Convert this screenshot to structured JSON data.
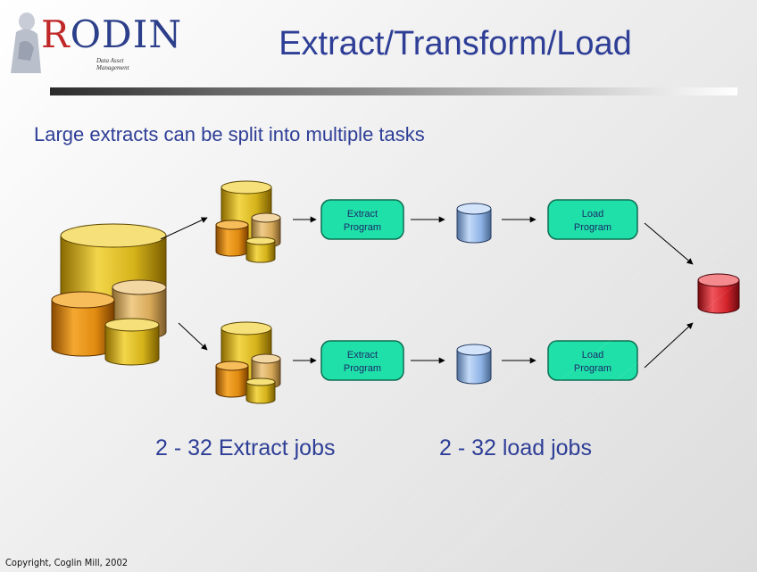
{
  "logo": {
    "name": "RODIN",
    "tagline_line1": "Data Asset",
    "tagline_line2": "Management"
  },
  "title": "Extract/Transform/Load",
  "subtitle": "Large extracts can be split into multiple tasks",
  "boxes": {
    "extract_top": [
      "Extract",
      "Program"
    ],
    "load_top": [
      "Load",
      "Program"
    ],
    "extract_bottom": [
      "Extract",
      "Program"
    ],
    "load_bottom": [
      "Load",
      "Program"
    ]
  },
  "captions": {
    "extract_jobs": "2 - 32 Extract jobs",
    "load_jobs": "2 - 32 load jobs"
  },
  "footer": "Copyright, Coglin Mill, 2002",
  "colors": {
    "title": "#2e3e96",
    "box_fill": "#1fe0a8",
    "cylinder_gold": "#d4b21a",
    "cylinder_orange": "#e08a10",
    "cylinder_tan": "#d8a95a",
    "cylinder_blue": "#8fb4e6",
    "cylinder_red": "#d3232b"
  }
}
